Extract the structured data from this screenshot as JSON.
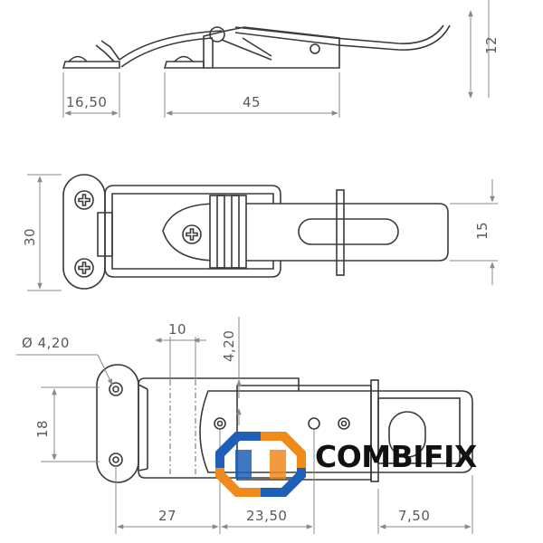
{
  "dimensions": {
    "side_left": "16,50",
    "side_width": "45",
    "side_height": "12",
    "top_height": "30",
    "top_slot": "15",
    "bottom_hole": "Ø 4,20",
    "bottom_ten": "10",
    "bottom_vertical": "4,20",
    "bottom_height": "18",
    "bottom_27": "27",
    "bottom_2350": "23,50",
    "bottom_750": "7,50"
  },
  "brand": {
    "name": "COMBIFIX",
    "colors": {
      "blue": "#1e5fb8",
      "orange": "#f08a1c",
      "text": "#111111"
    }
  }
}
